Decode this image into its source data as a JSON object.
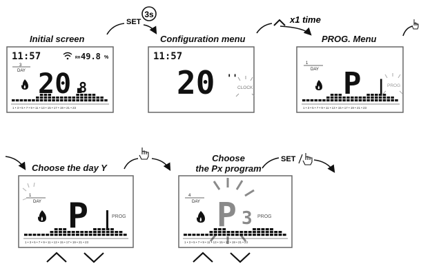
{
  "labels": {
    "initial": "Initial screen",
    "config": "Configuration menu",
    "prog_menu": "PROG. Menu",
    "choose_day": "Choose the day Y",
    "choose_px_1": "Choose",
    "choose_px_2": "the Px program"
  },
  "transitions": {
    "set": "SET",
    "set_3s_badge": "3s",
    "up_x1": "x1 time",
    "set_tap": "SET"
  },
  "screen1": {
    "time": "11:57",
    "humidity_prefix": "RH",
    "humidity": "49.8",
    "humidity_unit": "%",
    "day_num": "3",
    "day_word": "DAY",
    "temp_main": "20.",
    "temp_dec": "8"
  },
  "screen2": {
    "time": "11:57",
    "value": "20",
    "unit_marks": "''",
    "clock_label": "CLOCK"
  },
  "screen3": {
    "day_num": "1",
    "day_word": "DAY",
    "letter": "P",
    "bar": "|",
    "prog_label": "PROG"
  },
  "screen4": {
    "day_num": "1",
    "day_word": "DAY",
    "letter": "P",
    "bar": "|",
    "prog_label": "PROG"
  },
  "screen5": {
    "day_num": "4",
    "day_word": "DAY",
    "letter": "P",
    "digit": "3",
    "prog_label": "PROG"
  },
  "timeline_ticks": "1 • 3 • 5 • 7 • 9 • 11 • 13 • 15 • 17 • 19 • 21 • 23",
  "icons": [
    "hand-pointer-icon",
    "wifi-icon",
    "flame-icon",
    "up-arrow-icon",
    "down-arrow-icon"
  ]
}
